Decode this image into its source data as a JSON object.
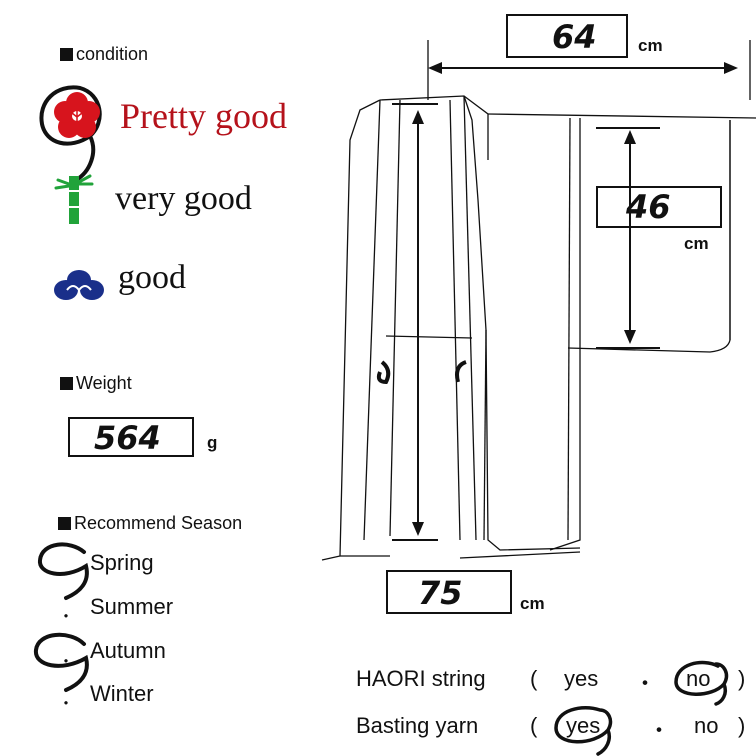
{
  "condition": {
    "heading": "condition",
    "options": [
      "Pretty good",
      "very good",
      "good"
    ],
    "selected": "Pretty good",
    "colors": {
      "pretty_good": "#b5121b",
      "bamboo": "#21a33a",
      "good_icon": "#1a2f8a"
    }
  },
  "weight": {
    "heading": "Weight",
    "value": "564",
    "unit": "g"
  },
  "season": {
    "heading": "Recommend Season",
    "items": [
      "Spring",
      "Summer",
      "Autumn",
      "Winter"
    ],
    "selected": [
      "Spring",
      "Autumn"
    ]
  },
  "measurements": {
    "width": {
      "value": "64",
      "unit": "cm"
    },
    "sleeve": {
      "value": "46",
      "unit": "cm"
    },
    "length": {
      "value": "75",
      "unit": "cm"
    }
  },
  "questions": [
    {
      "label": "HAORI string",
      "open": "(",
      "yes": "yes",
      "dot": "・",
      "no": "no",
      "close": ")",
      "selected": "no"
    },
    {
      "label": "Basting yarn",
      "open": "(",
      "yes": "yes",
      "dot": "・",
      "no": "no",
      "close": ")",
      "selected": "yes"
    }
  ],
  "icons": [
    "plum-blossom-icon",
    "bamboo-icon",
    "pine-icon"
  ]
}
